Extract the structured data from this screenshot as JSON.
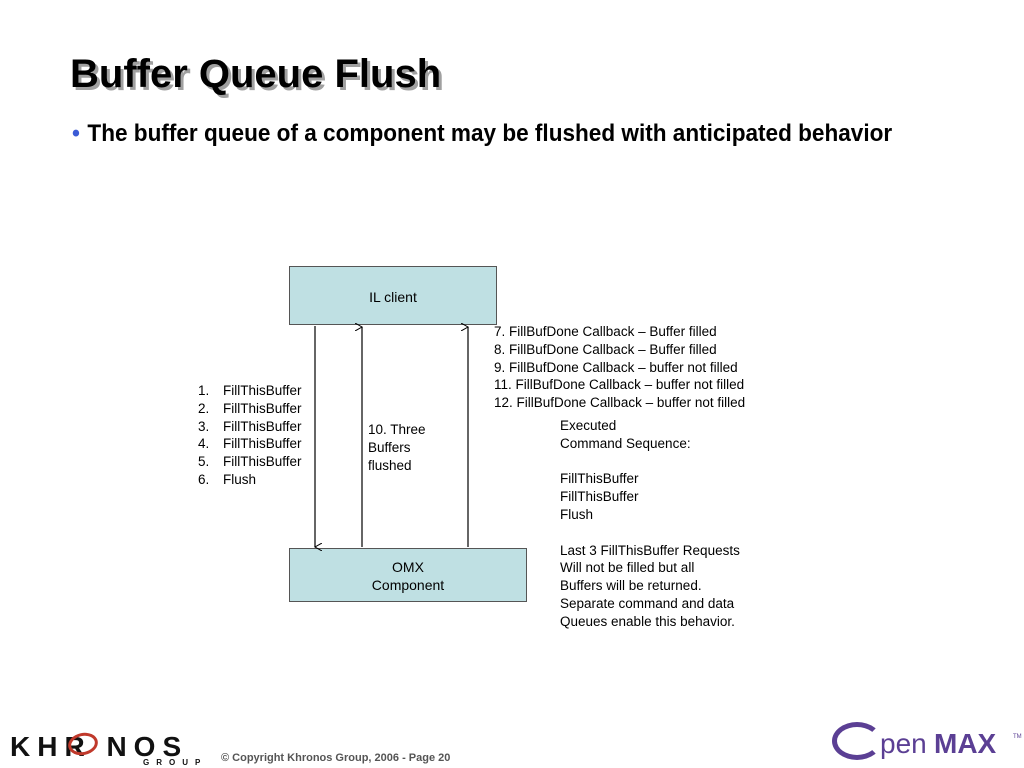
{
  "title": "Buffer Queue Flush",
  "bullet": "The buffer queue of a component may be flushed with anticipated behavior",
  "diagram": {
    "il_client": "IL client",
    "omx_line1": "OMX",
    "omx_line2": "Component",
    "requests": [
      {
        "num": "1.",
        "text": "FillThisBuffer"
      },
      {
        "num": "2.",
        "text": "FillThisBuffer"
      },
      {
        "num": "3.",
        "text": "FillThisBuffer"
      },
      {
        "num": "4.",
        "text": "FillThisBuffer"
      },
      {
        "num": "5.",
        "text": "FillThisBuffer"
      },
      {
        "num": "6.",
        "text": "Flush"
      }
    ],
    "flushed": [
      "10. Three",
      "Buffers",
      "flushed"
    ],
    "callbacks": [
      "7. FillBufDone Callback – Buffer filled",
      "8. FillBufDone Callback – Buffer filled",
      "9. FillBufDone Callback – buffer not filled",
      "11. FillBufDone Callback – buffer not filled",
      "12. FillBufDone Callback – buffer not filled"
    ],
    "executed": [
      "Executed",
      "Command Sequence:",
      "",
      "FillThisBuffer",
      "FillThisBuffer",
      "Flush",
      "",
      "Last 3 FillThisBuffer Requests",
      "Will not be filled but all",
      "Buffers will be returned.",
      "Separate command and data",
      "Queues enable this behavior."
    ]
  },
  "footer": {
    "khronos": "KHR NOS",
    "group": "GROUP",
    "copyright": "© Copyright Khronos Group, 2006 - Page 20",
    "openmax_pen": "pen",
    "openmax_max": "MAX",
    "openmax_tm": "TM"
  }
}
